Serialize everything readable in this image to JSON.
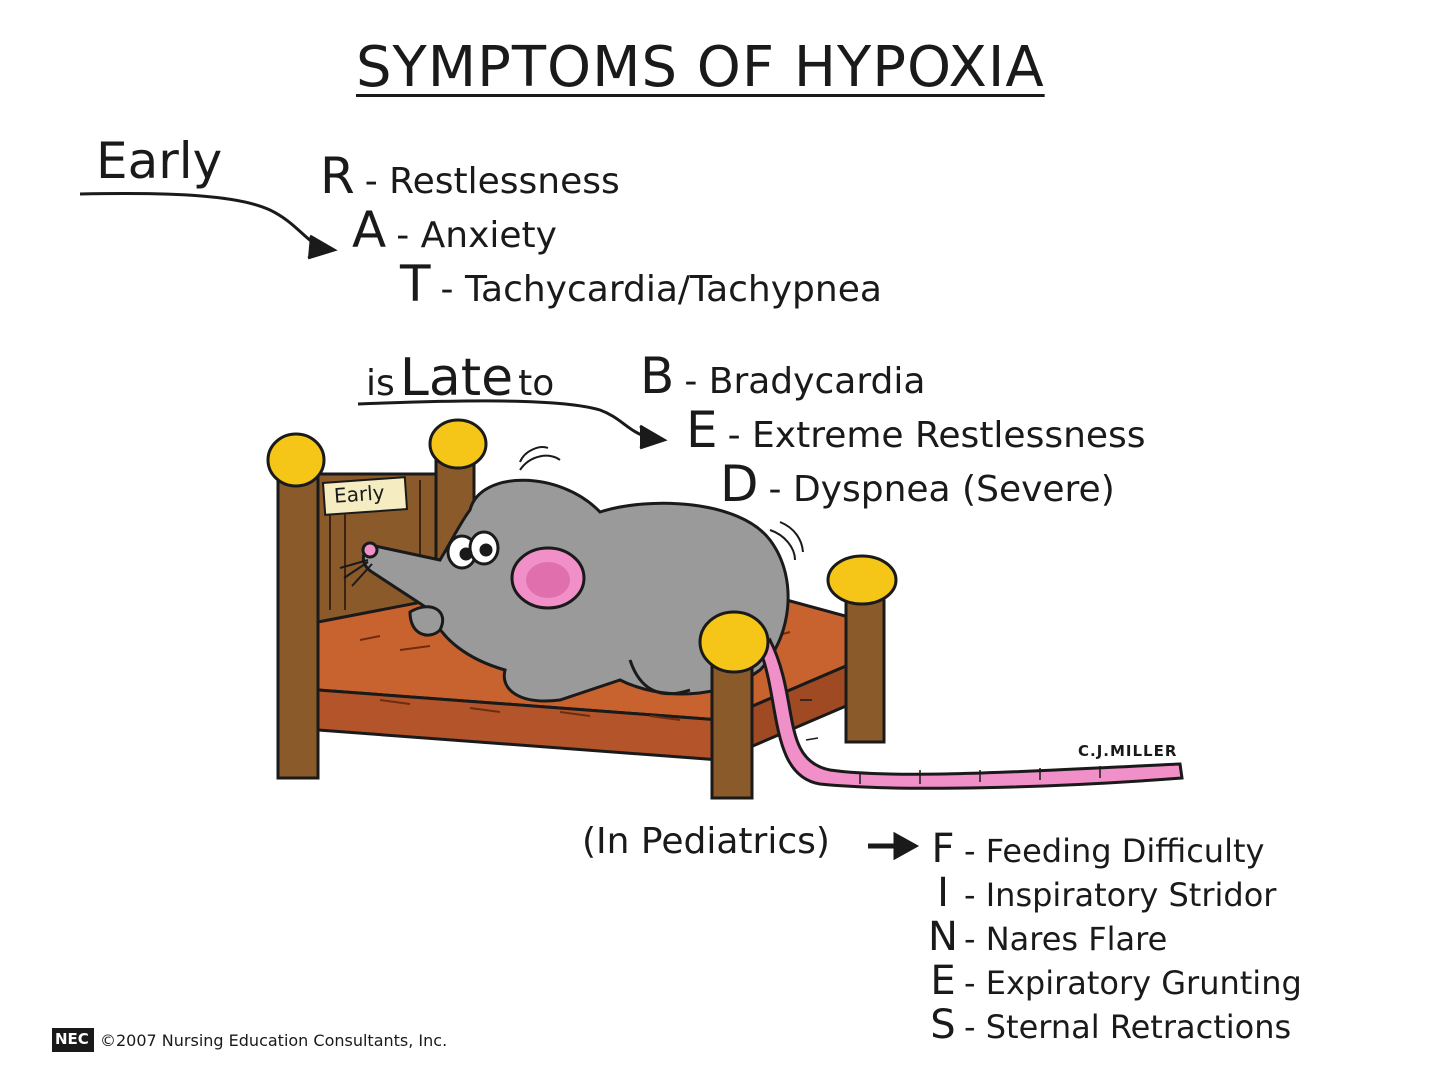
{
  "title": "SYMPTOMS OF HYPOXIA",
  "early": {
    "label": "Early",
    "items": [
      {
        "letter": "R",
        "text": "- Restlessness"
      },
      {
        "letter": "A",
        "text": "- Anxiety"
      },
      {
        "letter": "T",
        "text": "- Tachycardia/Tachypnea"
      }
    ]
  },
  "late": {
    "prefix": "is",
    "label": "Late",
    "suffix": "to",
    "items": [
      {
        "letter": "B",
        "text": "- Bradycardia"
      },
      {
        "letter": "E",
        "text": "- Extreme Restlessness"
      },
      {
        "letter": "D",
        "text": "- Dyspnea (Severe)"
      }
    ]
  },
  "bed_sign": "Early",
  "pediatrics": {
    "label": "(In Pediatrics)",
    "items": [
      {
        "letter": "F",
        "text": "- Feeding Difficulty"
      },
      {
        "letter": "I",
        "text": "- Inspiratory Stridor"
      },
      {
        "letter": "N",
        "text": "- Nares Flare"
      },
      {
        "letter": "E",
        "text": "- Expiratory Grunting"
      },
      {
        "letter": "S",
        "text": "- Sternal Retractions"
      }
    ]
  },
  "signature": "C.J.MILLER",
  "copyright": "©2007 Nursing Education Consultants, Inc.",
  "logo_text": "NEC",
  "colors": {
    "wood": "#8a5a2b",
    "mattress": "#c8632f",
    "knob": "#f5c518",
    "rat": "#9a9a9a",
    "pink": "#f08fc8",
    "sign": "#f5ecc2"
  }
}
